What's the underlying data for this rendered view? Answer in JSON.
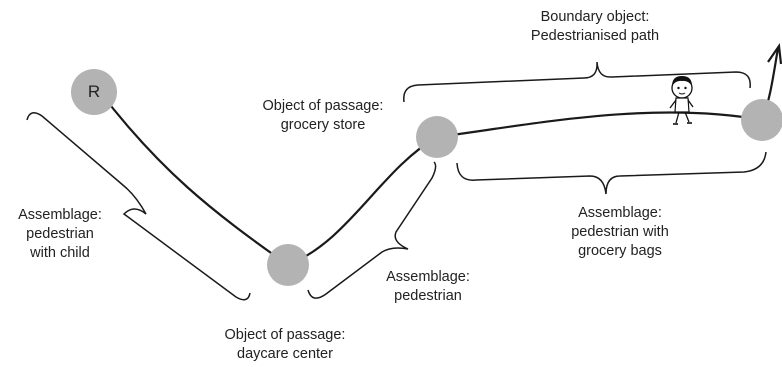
{
  "colors": {
    "node_fill": "#b3b3b3",
    "line": "#1a1a1a",
    "text": "#222222"
  },
  "nodes": {
    "start": {
      "label": "R"
    }
  },
  "labels": {
    "boundary_object": {
      "line1": "Boundary object:",
      "line2": "Pedestrianised path"
    },
    "grocery_store": {
      "line1": "Object of passage:",
      "line2": "grocery store"
    },
    "assemblage_child": {
      "line1": "Assemblage:",
      "line2": "pedestrian",
      "line3": "with child"
    },
    "assemblage_pedestrian": {
      "line1": "Assemblage:",
      "line2": "pedestrian"
    },
    "daycare": {
      "line1": "Object of passage:",
      "line2": "daycare center"
    },
    "assemblage_grocery": {
      "line1": "Assemblage:",
      "line2": "pedestrian with",
      "line3": "grocery bags"
    }
  },
  "icons": {
    "walking_child": "child-walking-icon",
    "arrow": "arrow-head-icon"
  }
}
